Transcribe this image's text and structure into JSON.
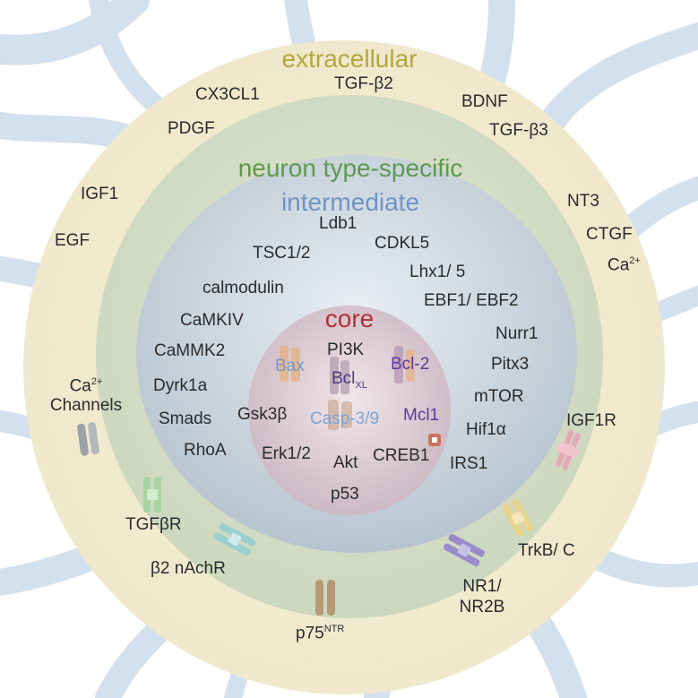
{
  "zones": {
    "extracellular": {
      "title": "extracellular",
      "color": "#b5a73c"
    },
    "neuron_type_specific": {
      "title": "neuron type-specific",
      "color": "#5e9a4e"
    },
    "intermediate": {
      "title": "intermediate",
      "color": "#6e94c4"
    },
    "core": {
      "title": "core",
      "color": "#b0303a"
    }
  },
  "extracellular_labels": {
    "cx3cl1": "CX3CL1",
    "tgfb2": "TGF-β2",
    "bdnf": "BDNF",
    "pdgf": "PDGF",
    "tgfb3": "TGF-β3",
    "igf1": "IGF1",
    "nt3": "NT3",
    "egf": "EGF",
    "ctgf": "CTGF",
    "ca_base": "Ca",
    "ca_sup": "2+"
  },
  "intermediate_labels": {
    "ldb1": "Ldb1",
    "tsc12": "TSC1/2",
    "cdkl5": "CDKL5",
    "lhx15": "Lhx1/ 5",
    "calmodulin": "calmodulin",
    "ebf": "EBF1/ EBF2",
    "camkiv": "CaMKIV",
    "nurr1": "Nurr1",
    "cammk2": "CaMMK2",
    "pitx3": "Pitx3",
    "dyrk1a": "Dyrk1a",
    "mtor": "mTOR",
    "smads": "Smads",
    "hif1a": "Hif1α",
    "rhoa": "RhoA",
    "irs1": "IRS1"
  },
  "core_labels": {
    "pi3k": "PI3K",
    "bax": "Bax",
    "bcl_base": "Bcl",
    "bcl_sub": "XL",
    "bcl2": "Bcl-2",
    "gsk3b": "Gsk3β",
    "casp": "Casp-3/9",
    "mcl1": "Mcl1",
    "erk12": "Erk1/2",
    "akt": "Akt",
    "creb1": "CREB1",
    "p53": "p53"
  },
  "receptor_labels": {
    "ca_channels_base": "Ca",
    "ca_channels_sup": "2+",
    "ca_channels_name": "Channels",
    "igf1r": "IGF1R",
    "tgfbr": "TGFβR",
    "trkbc": "TrkB/ C",
    "b2nachr": "β2 nAchR",
    "nr1": "NR1/",
    "nr2b": "NR2B",
    "p75_base": "p75",
    "p75_sup": "NTR"
  },
  "colors": {
    "background": "#ffffff",
    "dendrite": "#d3e0ee",
    "outer_zone": "#f1ecd4",
    "mid_zone": "#d7dfc9",
    "inner_zone": "#c4cfd8",
    "core_zone": "#dcccd4",
    "bax": "#6e98d2",
    "bcl2": "#5a3aa0",
    "mcl1": "#5a3aa0",
    "casp": "#7aa4da",
    "bcl_xl": "#4a3a86",
    "text": "#2b2b2b"
  },
  "icons": {
    "ca_channel": "channel-icon-grey",
    "igf1r": "receptor-icon-pink",
    "tgfbr": "receptor-icon-green",
    "trkbc": "receptor-icon-yellow",
    "nachr": "receptor-icon-cyan",
    "nmda": "receptor-icon-purple",
    "p75": "receptor-icon-brown"
  }
}
